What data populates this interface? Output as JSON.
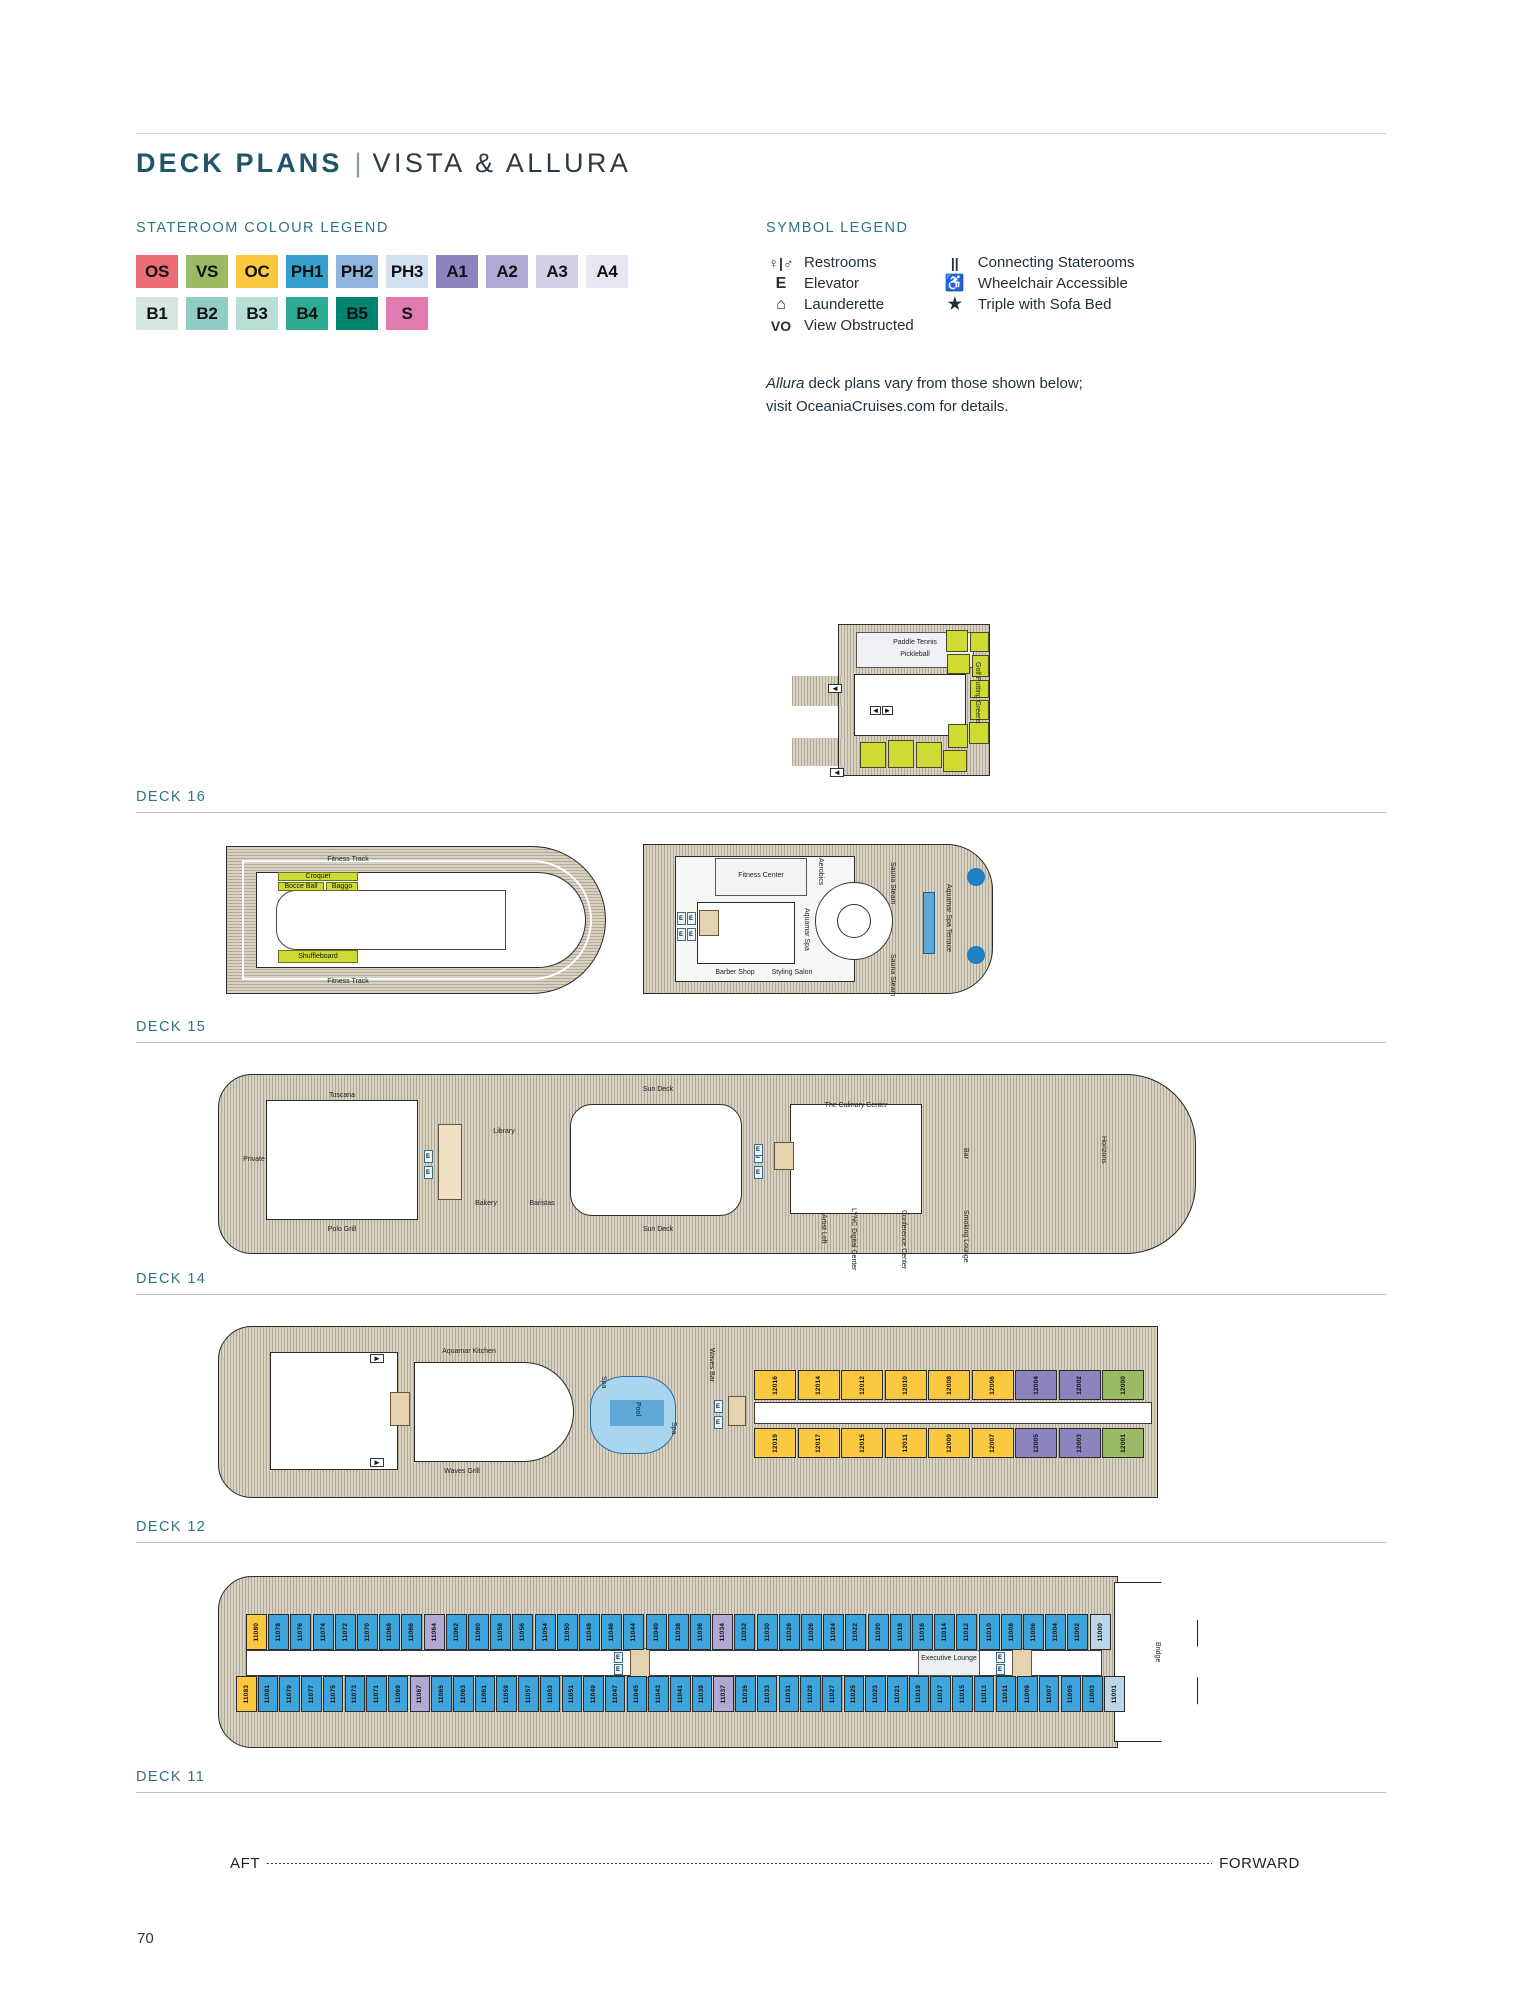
{
  "page": {
    "number": "70",
    "title_main": "DECK PLANS",
    "title_separator": "|",
    "title_sub": "VISTA & ALLURA"
  },
  "stateroom_legend": {
    "heading": "STATEROOM COLOUR LEGEND",
    "rows": [
      [
        {
          "code": "OS",
          "color": "#ec6d74"
        },
        {
          "code": "VS",
          "color": "#9cba63"
        },
        {
          "code": "OC",
          "color": "#fbc93f"
        },
        {
          "code": "PH1",
          "color": "#36a0cc"
        },
        {
          "code": "PH2",
          "color": "#8fb4dd"
        },
        {
          "code": "PH3",
          "color": "#d2e1f1"
        },
        {
          "code": "A1",
          "color": "#8d83bf"
        },
        {
          "code": "A2",
          "color": "#b0a9d4"
        },
        {
          "code": "A3",
          "color": "#d3cfe6"
        },
        {
          "code": "A4",
          "color": "#e8e6f2"
        }
      ],
      [
        {
          "code": "B1",
          "color": "#d6e7e2"
        },
        {
          "code": "B2",
          "color": "#8fcdc4"
        },
        {
          "code": "B3",
          "color": "#b9ded7"
        },
        {
          "code": "B4",
          "color": "#2eab93"
        },
        {
          "code": "B5",
          "color": "#00836e"
        },
        {
          "code": "S",
          "color": "#e princess"
        }
      ]
    ]
  },
  "symbol_legend": {
    "heading": "SYMBOL LEGEND",
    "column_one": [
      {
        "icon": "restrooms-icon",
        "glyph": "♀|♂",
        "label": "Restrooms"
      },
      {
        "icon": "elevator-icon",
        "glyph": "E",
        "label": "Elevator"
      },
      {
        "icon": "launderette-icon",
        "glyph": "⌂",
        "label": "Launderette"
      },
      {
        "icon": "view-obstructed-icon",
        "glyph": "VO",
        "label": "View Obstructed"
      }
    ],
    "column_two": [
      {
        "icon": "connecting-staterooms-icon",
        "glyph": "||",
        "label": "Connecting Staterooms"
      },
      {
        "icon": "wheelchair-icon",
        "glyph": "♿",
        "label": "Wheelchair Accessible"
      },
      {
        "icon": "triple-sofa-bed-icon",
        "glyph": "★",
        "label": "Triple with Sofa Bed"
      }
    ]
  },
  "allura_note": {
    "ship": "Allura",
    "line1_rest": " deck plans vary from those shown below;",
    "line2": "visit OceaniaCruises.com for details."
  },
  "decks": [
    {
      "id": "deck16",
      "label": "DECK 16",
      "rooms": [
        "Paddle Tennis",
        "Pickleball",
        "Golf Putting Greens"
      ]
    },
    {
      "id": "deck15",
      "label": "DECK 15",
      "rooms": [
        "Fitness Track",
        "Croquet",
        "Bocce Ball",
        "Baggo",
        "Shuffleboard",
        "Fitness Center",
        "Aerobics",
        "Aquamar Spa",
        "Sauna Steam",
        "Barber Shop",
        "Styling Salon",
        "Aquamar Spa Terrace"
      ]
    },
    {
      "id": "deck14",
      "label": "DECK 14",
      "rooms": [
        "Toscana",
        "Polo Grill",
        "Private",
        "Library",
        "Bakery",
        "Baristas",
        "Sun Deck",
        "The Culinary Center",
        "Horizons",
        "Bar",
        "Artist Loft",
        "LYNC Digital Center",
        "Conference Center",
        "Smoking Lounge"
      ]
    },
    {
      "id": "deck12",
      "label": "DECK 12",
      "rooms": [
        "Aquamar Kitchen",
        "Waves Grill",
        "Pool",
        "Spa",
        "Waves Bar"
      ],
      "cabins_top": [
        "12016",
        "12014",
        "12012",
        "12010",
        "12008",
        "12006",
        "12004",
        "12002",
        "12000"
      ],
      "cabins_bottom": [
        "12019",
        "12017",
        "12015",
        "12011",
        "12009",
        "12007",
        "12005",
        "12003",
        "12001"
      ]
    },
    {
      "id": "deck11",
      "label": "DECK 11",
      "rooms": [
        "Executive Lounge",
        "Bridge"
      ],
      "cabins_top": [
        "11080",
        "11078",
        "11076",
        "11074",
        "11072",
        "11070",
        "11068",
        "11066",
        "11064",
        "11062",
        "11060",
        "11058",
        "11056",
        "11054",
        "11050",
        "11048",
        "11046",
        "11044",
        "11040",
        "11038",
        "11036",
        "11034",
        "11032",
        "11030",
        "11028",
        "11026",
        "11024",
        "11022",
        "11020",
        "11018",
        "11016",
        "11014",
        "11012",
        "11010",
        "11008",
        "11006",
        "11004",
        "11002",
        "11000"
      ],
      "cabins_bottom": [
        "11083",
        "11081",
        "11079",
        "11077",
        "11075",
        "11073",
        "11071",
        "11069",
        "11067",
        "11065",
        "11063",
        "11061",
        "11059",
        "11057",
        "11053",
        "11051",
        "11049",
        "11047",
        "11045",
        "11043",
        "11041",
        "11039",
        "11037",
        "11035",
        "11033",
        "11031",
        "11029",
        "11027",
        "11025",
        "11023",
        "11021",
        "11019",
        "11017",
        "11015",
        "11013",
        "11011",
        "11009",
        "11007",
        "11005",
        "11003",
        "11001"
      ]
    }
  ],
  "orientation": {
    "aft": "AFT",
    "forward": "FORWARD"
  }
}
